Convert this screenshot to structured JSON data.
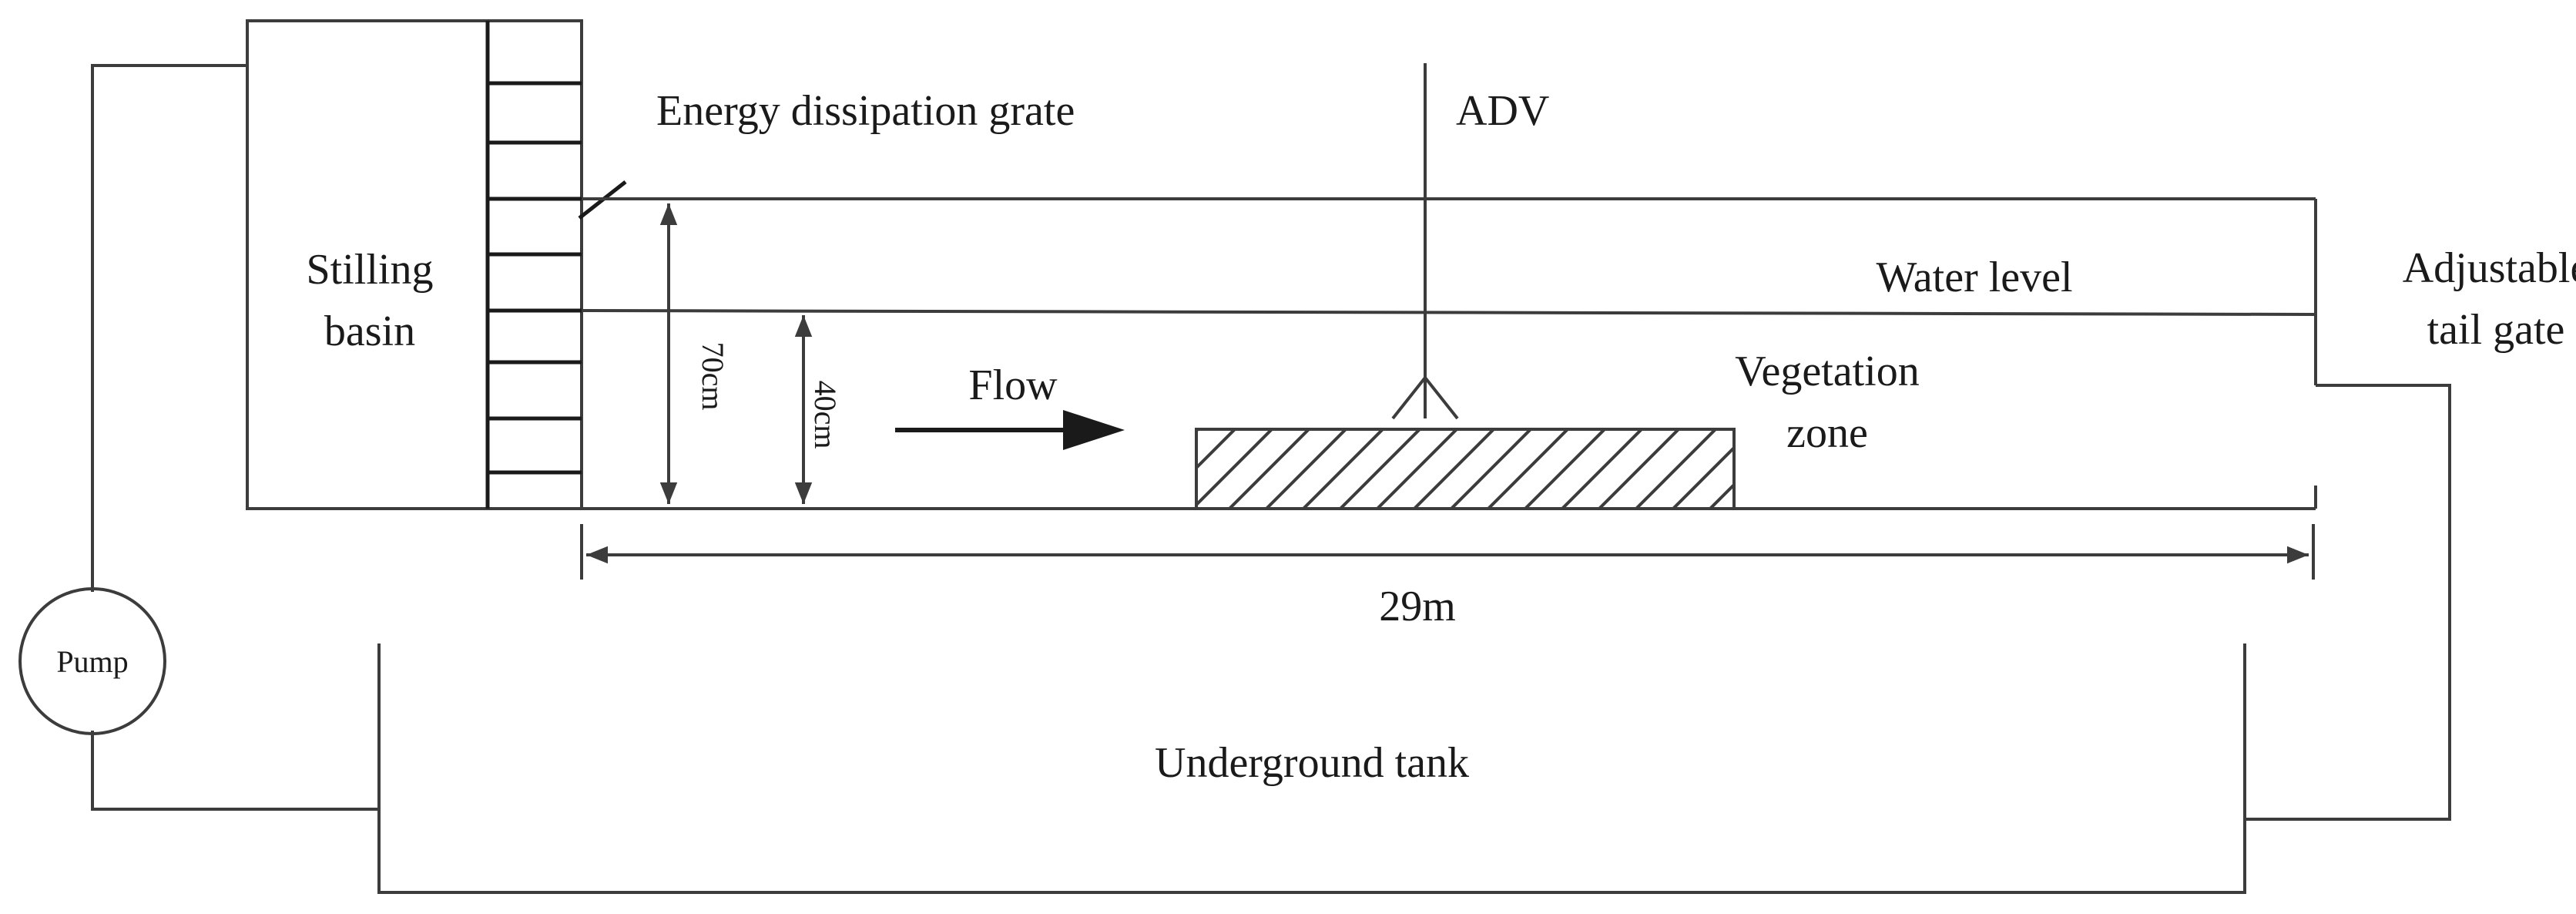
{
  "labels": {
    "stilling_basin_line1": "Stilling",
    "stilling_basin_line2": "basin",
    "energy_grate": "Energy dissipation grate",
    "adv": "ADV",
    "water_level": "Water level",
    "adjustable_line1": "Adjustable",
    "adjustable_line2": "tail gate",
    "flow": "Flow",
    "vegetation_line1": "Vegetation",
    "vegetation_line2": "zone",
    "depth_total": "70cm",
    "depth_water": "40cm",
    "length": "29m",
    "pump": "Pump",
    "tank": "Underground tank"
  },
  "colors": {
    "line": "#3c3c3c",
    "text": "#1a1a1a",
    "background": "#ffffff"
  }
}
